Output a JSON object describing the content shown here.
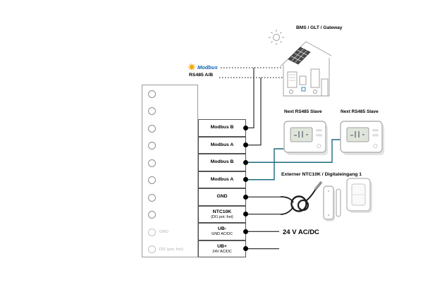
{
  "colors": {
    "wire_teal": "#1a6a7a",
    "wire_black": "#000000",
    "modbus_star": "#f7a600",
    "modbus_text": "#0a62ad"
  },
  "header": {
    "bms_label": "BMS / GLT / Gateway"
  },
  "modbus": {
    "logo_text": "Modbus",
    "rs485_label": "RS485 A/B"
  },
  "slaves": [
    {
      "label": "Next RS485 Slave"
    },
    {
      "label": "Next RS485 Slave"
    }
  ],
  "sensor_section": {
    "label": "Externer NTC10K / Digitaleingang 1"
  },
  "power": {
    "label": "24 V AC/DC"
  },
  "terminal_block": {
    "left_rows": [
      {
        "label": ""
      },
      {
        "label": ""
      },
      {
        "label": ""
      },
      {
        "label": ""
      },
      {
        "label": ""
      },
      {
        "label": ""
      },
      {
        "label": ""
      },
      {
        "label": ""
      },
      {
        "label": "GND"
      },
      {
        "label": "DI2 (pot. frei)"
      }
    ],
    "right_boxes": [
      {
        "label": "Modbus B",
        "sub": ""
      },
      {
        "label": "Modbus A",
        "sub": ""
      },
      {
        "label": "Modbus B",
        "sub": ""
      },
      {
        "label": "Modbus A",
        "sub": ""
      },
      {
        "label": "GND",
        "sub": ""
      },
      {
        "label": "NTC10K",
        "sub": "(DI1 pot. frei)"
      },
      {
        "label": "UB-",
        "sub": "GND AC/DC"
      },
      {
        "label": "UB+",
        "sub": "24V AC/DC"
      }
    ]
  }
}
